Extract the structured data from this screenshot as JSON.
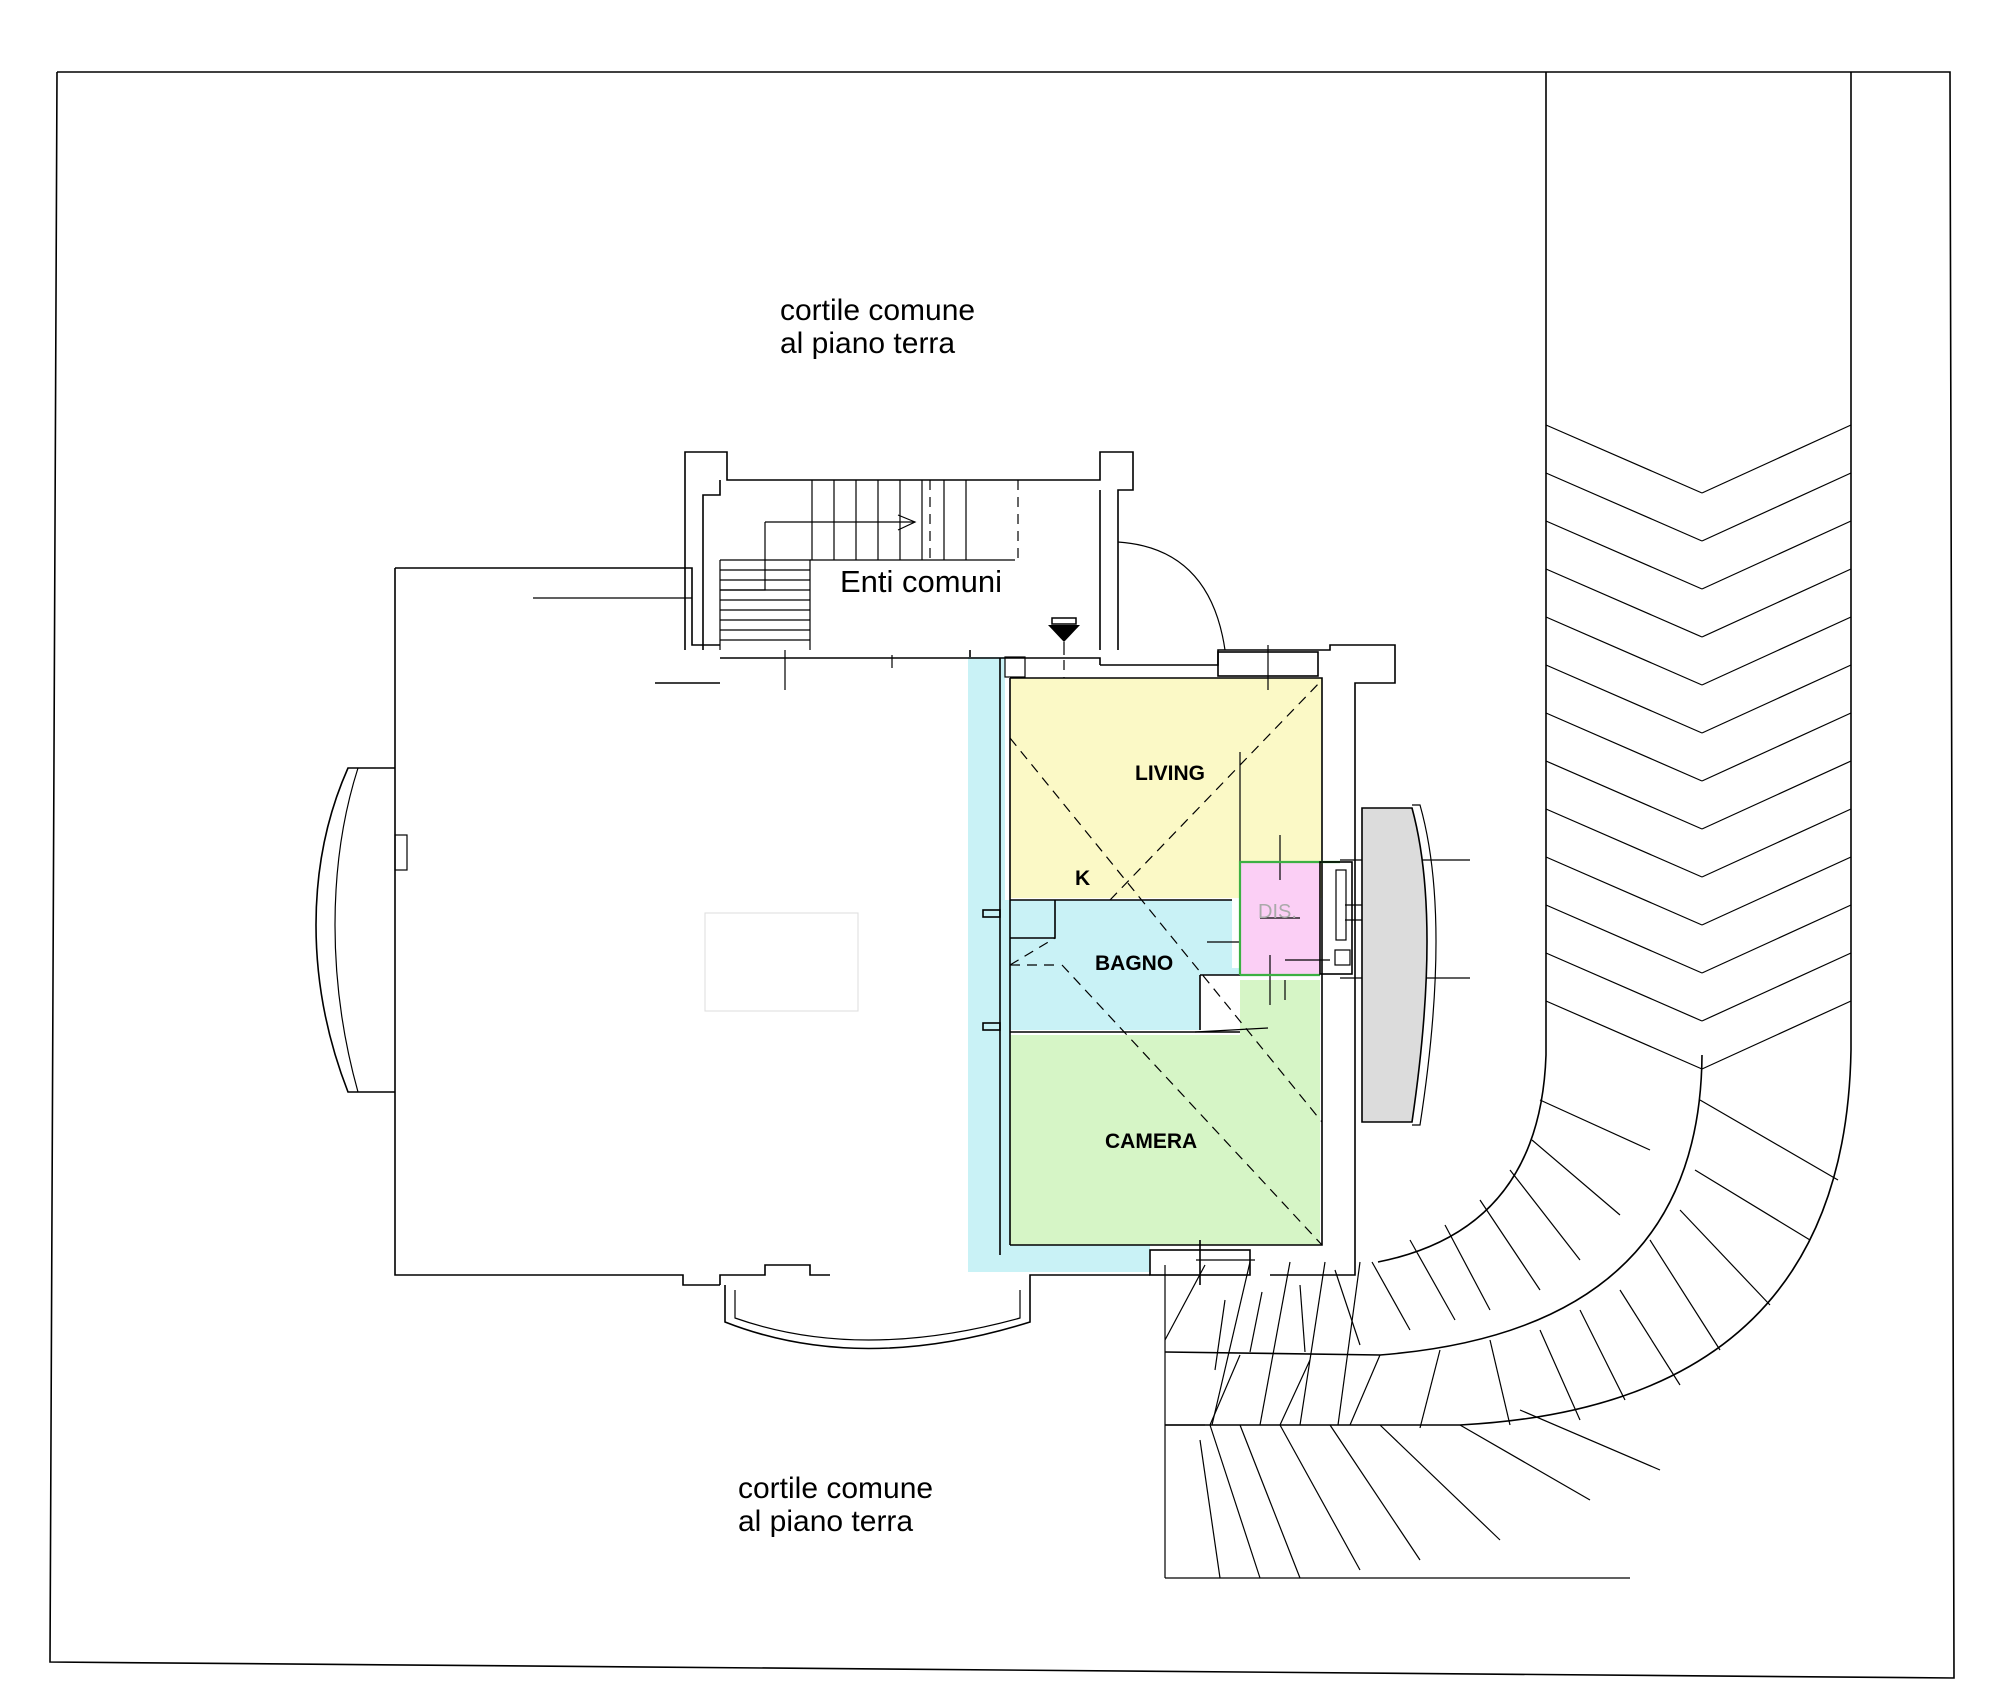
{
  "labels": {
    "courtyard_top_line1": "cortile comune",
    "courtyard_top_line2": "al piano terra",
    "courtyard_bottom_line1": "cortile comune",
    "courtyard_bottom_line2": "al piano terra",
    "common_areas": "Enti comuni",
    "living": "LIVING",
    "kitchen": "K",
    "bathroom": "BAGNO",
    "hallway": "DIS.",
    "bedroom": "CAMERA"
  },
  "colors": {
    "living": "#fbf9c6",
    "bathroom": "#c9f2f6",
    "hallway": "#fbcff5",
    "bedroom": "#d6f5c6",
    "corridor": "#c9f2f6",
    "balcony": "#dcdcdc",
    "outline": "#3cb043"
  }
}
